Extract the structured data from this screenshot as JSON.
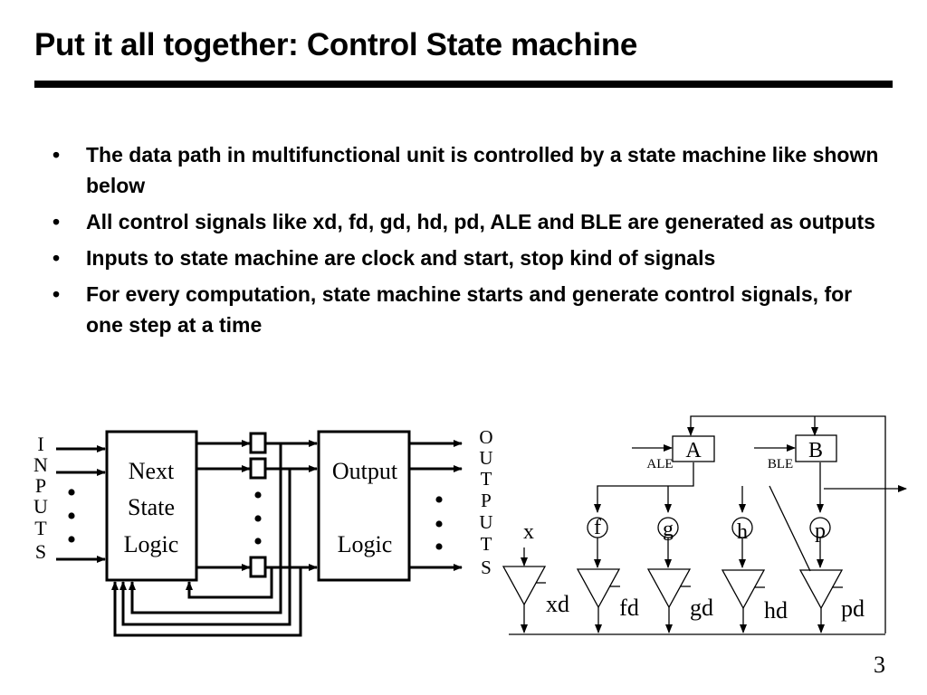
{
  "slide": {
    "title": "Put it all together: Control State machine",
    "page_number": "3"
  },
  "bullets": [
    {
      "text": "The data path in multifunctional unit is controlled by a state machine like shown below"
    },
    {
      "text": "All control signals like xd, fd, gd, hd, pd, ALE and BLE are generated as outputs"
    },
    {
      "text": "Inputs to state machine are clock and start, stop kind of signals"
    },
    {
      "text": "For every computation, state machine starts and generate control signals, for one step at a time"
    }
  ],
  "bullet_glyph": "•",
  "fsm_diagram": {
    "inputs_letters": [
      "I",
      "N",
      "P",
      "U",
      "T",
      "S"
    ],
    "outputs_letters": [
      "O",
      "U",
      "T",
      "P",
      "U",
      "T",
      "S"
    ],
    "next_state_lines": [
      "Next",
      "State",
      "Logic"
    ],
    "output_logic_lines": [
      "Output",
      "Logic"
    ],
    "ellipsis": "•"
  },
  "datapath_diagram": {
    "reg_a": "A",
    "reg_b": "B",
    "ale": "ALE",
    "ble": "BLE",
    "inputs": [
      "x",
      "f",
      "g",
      "h",
      "p"
    ],
    "buffers": [
      "xd",
      "fd",
      "gd",
      "hd",
      "pd"
    ]
  }
}
